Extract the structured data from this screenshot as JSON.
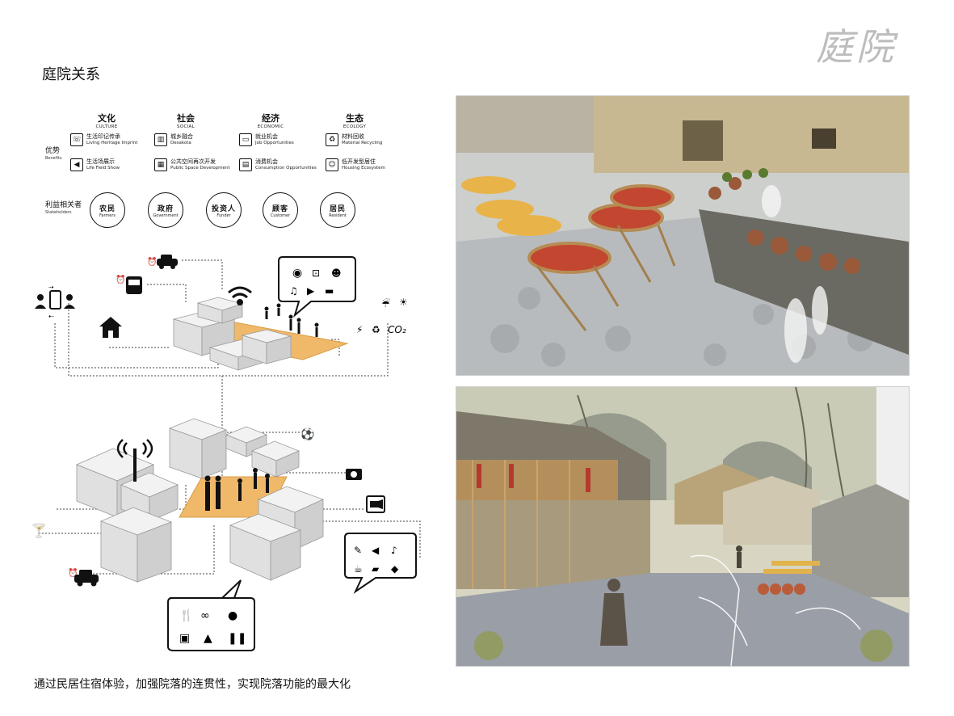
{
  "brand_mark": "庭院",
  "page_title": "庭院关系",
  "columns": [
    {
      "zh": "文化",
      "en": "CULTURE"
    },
    {
      "zh": "社会",
      "en": "SOCIAL"
    },
    {
      "zh": "经济",
      "en": "ECONOMIC"
    },
    {
      "zh": "生态",
      "en": "ECOLOGY"
    }
  ],
  "benefits_label": {
    "zh": "优势",
    "en": "Benefits"
  },
  "stakeholders_label": {
    "zh": "利益相关者",
    "en": "Stakeholders"
  },
  "benefits": [
    [
      {
        "zh": "生活印记传承",
        "en": "Living Heritage Imprint",
        "icon": "hand-speech-icon"
      },
      {
        "zh": "生活场展示",
        "en": "Life Field Show",
        "icon": "megaphone-icon"
      }
    ],
    [
      {
        "zh": "城乡融合",
        "en": "Desakota",
        "icon": "buildings-icon"
      },
      {
        "zh": "公共空间再次开发",
        "en": "Public Space Development",
        "icon": "calendar-icon"
      }
    ],
    [
      {
        "zh": "就业机会",
        "en": "Job Opportunities",
        "icon": "monitor-icon"
      },
      {
        "zh": "消费机会",
        "en": "Consumption Opportunities",
        "icon": "card-icon"
      }
    ],
    [
      {
        "zh": "材料回收",
        "en": "Material Recycling",
        "icon": "recycle-icon"
      },
      {
        "zh": "低开发型居住",
        "en": "Housing Ecosystem",
        "icon": "people-icon"
      }
    ]
  ],
  "stakeholders": [
    {
      "zh": "农民",
      "en": "Farmers"
    },
    {
      "zh": "政府",
      "en": "Government"
    },
    {
      "zh": "投资人",
      "en": "Funder"
    },
    {
      "zh": "顾客",
      "en": "Customer"
    },
    {
      "zh": "居民",
      "en": "Resident"
    }
  ],
  "co2_label": "CO₂",
  "caption": "通过民居住宿体验，加强院落的连贯性，实现院落功能的最大化"
}
